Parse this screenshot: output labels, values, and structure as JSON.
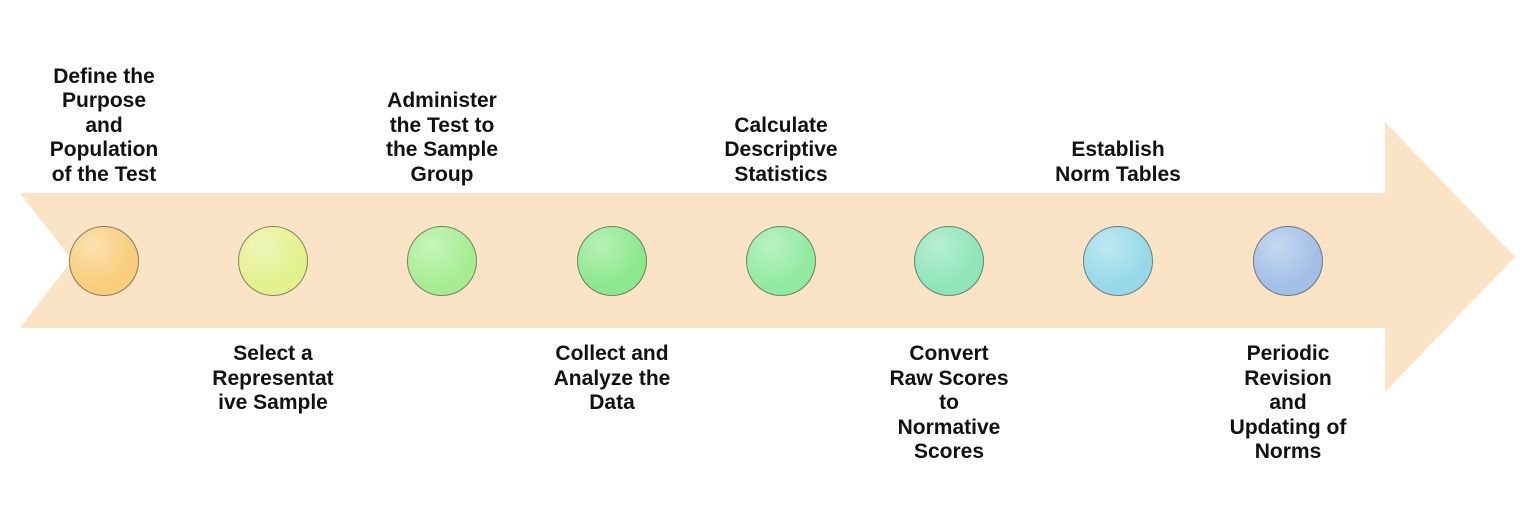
{
  "colors": {
    "arrow_fill": "#FBE3C5",
    "circle_border": "#50504A",
    "label_text": "#111111"
  },
  "steps": [
    {
      "label": "Define the\nPurpose\nand\nPopulation\nof the Test",
      "position": "above",
      "circle_color": "#F9CD7C",
      "circle_icon": "step-1-circle"
    },
    {
      "label": "Select a\nRepresentat\nive Sample",
      "position": "below",
      "circle_color": "#E3F18D",
      "circle_icon": "step-2-circle"
    },
    {
      "label": "Administer\nthe Test to\nthe Sample\nGroup",
      "position": "above",
      "circle_color": "#A6ED92",
      "circle_icon": "step-3-circle"
    },
    {
      "label": "Collect and\nAnalyze the\nData",
      "position": "below",
      "circle_color": "#8BE88C",
      "circle_icon": "step-4-circle"
    },
    {
      "label": "Calculate\nDescriptive\nStatistics",
      "position": "above",
      "circle_color": "#90EA9F",
      "circle_icon": "step-5-circle"
    },
    {
      "label": "Convert\nRaw Scores\nto\nNormative\nScores",
      "position": "below",
      "circle_color": "#8DE5B9",
      "circle_icon": "step-6-circle"
    },
    {
      "label": "Establish\nNorm Tables",
      "position": "above",
      "circle_color": "#97D9E9",
      "circle_icon": "step-7-circle"
    },
    {
      "label": "Periodic\nRevision\nand\nUpdating of\nNorms",
      "position": "below",
      "circle_color": "#A2BFE7",
      "circle_icon": "step-8-circle"
    }
  ]
}
